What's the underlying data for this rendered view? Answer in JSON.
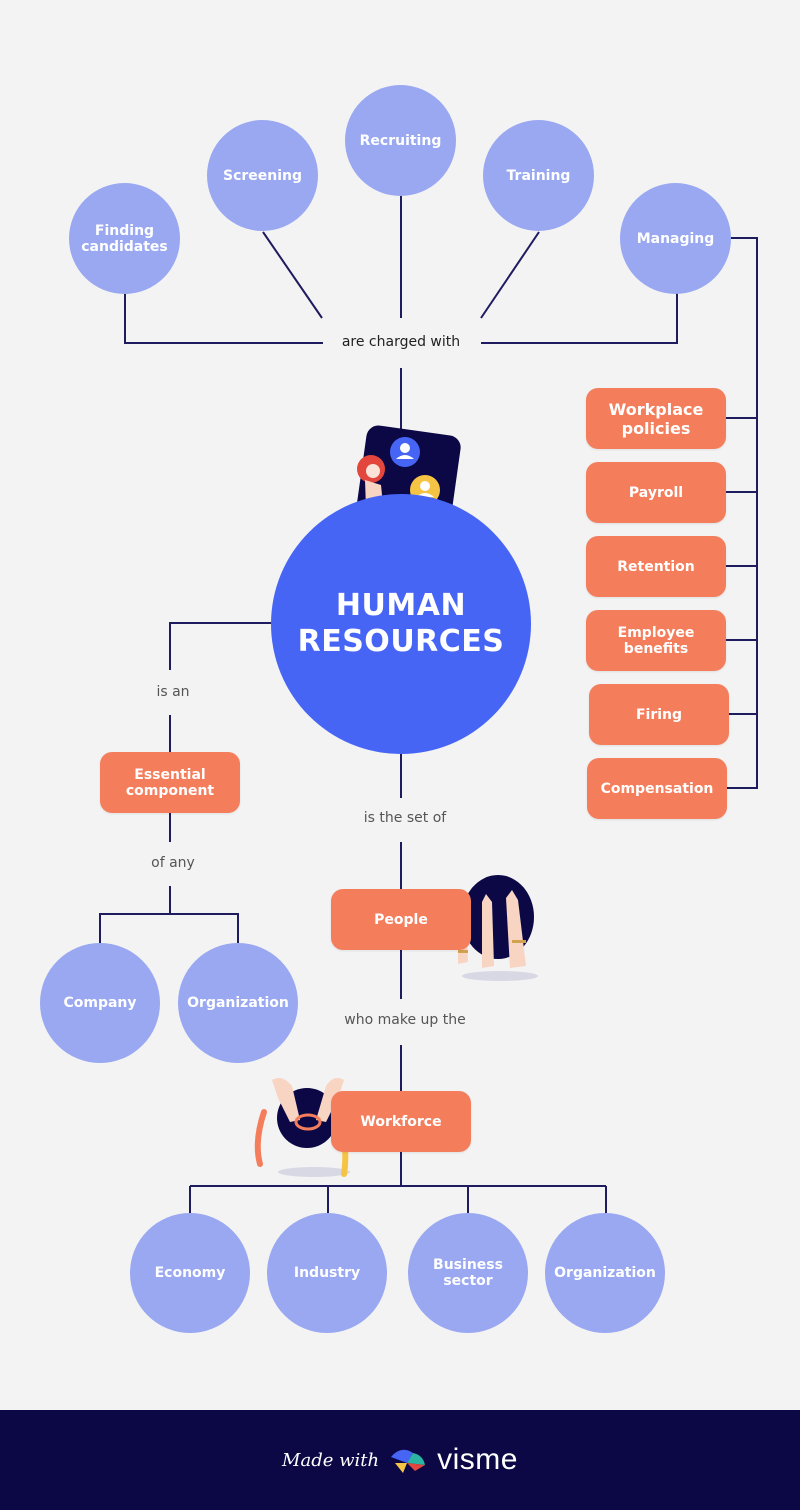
{
  "central": {
    "label": "HUMAN\nRESOURCES"
  },
  "top": {
    "connector": "are charged with",
    "tasks": [
      "Finding\ncandidates",
      "Screening",
      "Recruiting",
      "Training",
      "Managing"
    ]
  },
  "managing_items": [
    "Workplace\npolicies",
    "Payroll",
    "Retention",
    "Employee\nbenefits",
    "Firing",
    "Compensation"
  ],
  "left": {
    "connector1": "is an",
    "box": "Essential\ncomponent",
    "connector2": "of any",
    "circles": [
      "Company",
      "Organization"
    ]
  },
  "bottom": {
    "connector1": "is the set of",
    "people": "People",
    "connector2": "who make up the",
    "workforce": "Workforce",
    "circles": [
      "Economy",
      "Industry",
      "Business\nsector",
      "Organization"
    ]
  },
  "footer": {
    "made_with": "Made with",
    "brand": "visme"
  },
  "colors": {
    "background": "#f3f3f4",
    "circle": "#99a8f1",
    "box": "#f47e5c",
    "central": "#4765f5",
    "line": "#1e1b5e",
    "footer": "#0b0845"
  }
}
